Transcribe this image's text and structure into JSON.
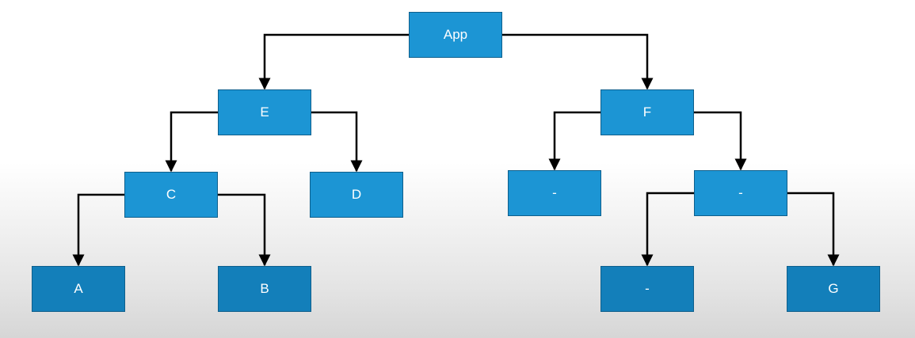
{
  "diagram": {
    "type": "tree",
    "nodes": [
      {
        "id": "app",
        "label": "App"
      },
      {
        "id": "e",
        "label": "E"
      },
      {
        "id": "f",
        "label": "F"
      },
      {
        "id": "c",
        "label": "C"
      },
      {
        "id": "d",
        "label": "D"
      },
      {
        "id": "x1",
        "label": "-"
      },
      {
        "id": "x2",
        "label": "-"
      },
      {
        "id": "a",
        "label": "A"
      },
      {
        "id": "b",
        "label": "B"
      },
      {
        "id": "x3",
        "label": "-"
      },
      {
        "id": "g",
        "label": "G"
      }
    ],
    "edges": [
      [
        "app",
        "e"
      ],
      [
        "app",
        "f"
      ],
      [
        "e",
        "c"
      ],
      [
        "e",
        "d"
      ],
      [
        "f",
        "x1"
      ],
      [
        "f",
        "x2"
      ],
      [
        "c",
        "a"
      ],
      [
        "c",
        "b"
      ],
      [
        "x2",
        "x3"
      ],
      [
        "x2",
        "g"
      ]
    ],
    "colors": {
      "node_fill": "#1c95d4",
      "node_fill_dark": "#137fba",
      "node_border": "#0e5f8c",
      "node_text": "#ffffff",
      "connector": "#000000"
    }
  }
}
